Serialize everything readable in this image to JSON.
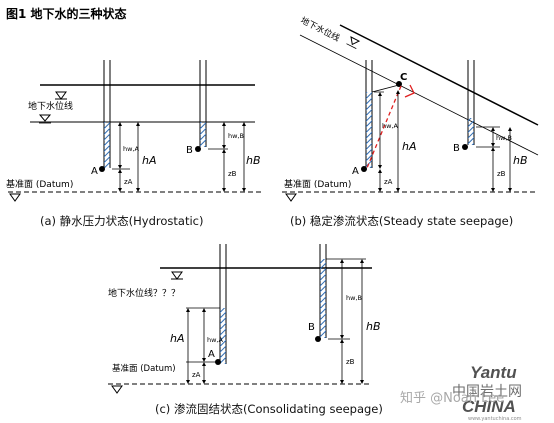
{
  "figure": {
    "title": "图1 地下水的三种状态"
  },
  "panels": {
    "a": {
      "caption": "(a) 静水压力状态(Hydrostatic)",
      "water_table_label": "地下水位线",
      "datum_label": "基准面 (Datum)",
      "point_a": "A",
      "point_b": "B",
      "hwa": "hw,A",
      "ha": "hA",
      "za": "zA",
      "hwb": "hw,B",
      "hb": "hB",
      "zb": "zB"
    },
    "b": {
      "caption": "(b) 稳定渗流状态(Steady state seepage)",
      "water_table_label": "地下水位线",
      "datum_label": "基准面 (Datum)",
      "point_a": "A",
      "point_b": "B",
      "point_c": "C",
      "hwa": "hw,A",
      "ha": "hA",
      "za": "zA",
      "hwb": "hw,B",
      "hb": "hB",
      "zb": "zB"
    },
    "c": {
      "caption": "(c) 渗流固结状态(Consolidating seepage)",
      "water_table_label": "地下水位线？？？",
      "datum_label": "基准面 (Datum)",
      "point_a": "A",
      "point_b": "B",
      "hwa": "hw,A",
      "ha": "hA",
      "za": "zA",
      "hwb": "hw,B",
      "hb": "hB",
      "zb": "zB"
    }
  },
  "watermark": {
    "brand": "Yantu",
    "cn": "中国岩土网",
    "china": "CHINA",
    "site": "www.yantuchina.com",
    "zhihu": "知乎 @Noah Lee"
  }
}
